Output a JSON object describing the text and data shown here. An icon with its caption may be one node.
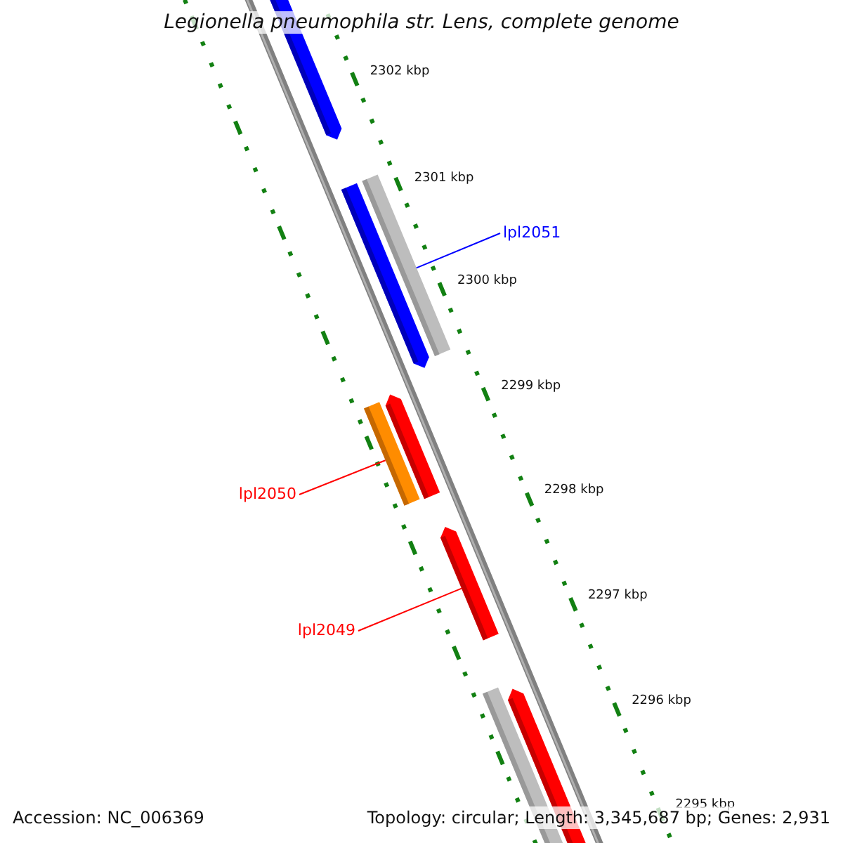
{
  "diagram": {
    "title": "Legionella pneumophila str. Lens, complete genome",
    "nodes": [
      {
        "text": [
          "lpl2051"
        ]
      },
      {
        "text": [],
        "shape": "bar"
      },
      {
        "text": [
          "lpl2050"
        ]
      },
      {
        "text": [],
        "shape": "bar"
      },
      {
        "text": [
          "lpl2049"
        ]
      },
      {
        "text": [],
        "shape": "bar"
      }
    ],
    "edges": [
      {
        "from": 0,
        "to": 1,
        "arrow": "none",
        "color": "#0000ff"
      },
      {
        "from": 2,
        "to": 3,
        "arrow": "none"
      },
      {
        "from": 4,
        "to": 5,
        "arrow": "none"
      }
    ],
    "labels": [
      "2302 kbp",
      "2301 kbp",
      "2300 kbp",
      "2299 kbp",
      "2298 kbp",
      "2297 kbp",
      "2296 kbp",
      "2295 kbp",
      "Accession: NC_006369",
      "Topology: circular; Length: 3,345,687 bp; Genes: 2,931"
    ]
  }
}
